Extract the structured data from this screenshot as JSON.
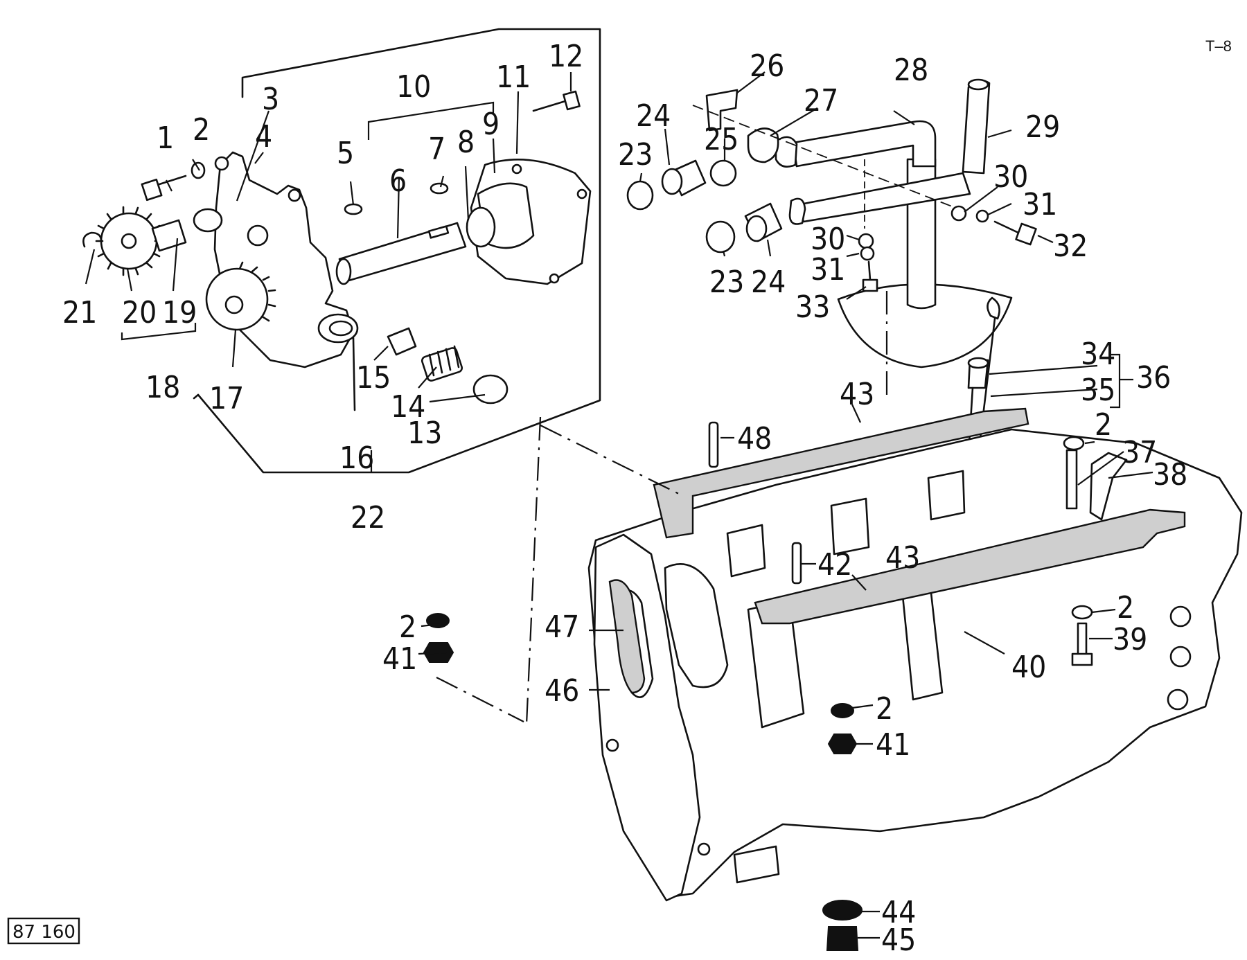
{
  "page_ref": "T–8",
  "drawing_id": "87 160",
  "callouts": [
    "1",
    "2",
    "3",
    "4",
    "5",
    "6",
    "7",
    "8",
    "9",
    "10",
    "11",
    "12",
    "13",
    "14",
    "15",
    "16",
    "17",
    "18",
    "19",
    "20",
    "21",
    "22",
    "23",
    "24",
    "25",
    "26",
    "27",
    "28",
    "29",
    "30",
    "31",
    "32",
    "33",
    "34",
    "35",
    "36",
    "37",
    "38",
    "39",
    "40",
    "41",
    "42",
    "43",
    "44",
    "45",
    "46",
    "47",
    "48"
  ],
  "callout_labels": {
    "p1": "1",
    "p2": "2",
    "p3": "3",
    "p4": "4",
    "p5": "5",
    "p6": "6",
    "p7": "7",
    "p8": "8",
    "p9": "9",
    "p10": "10",
    "p11": "11",
    "p12": "12",
    "p13": "13",
    "p14": "14",
    "p15": "15",
    "p16": "16",
    "p17": "17",
    "p18": "18",
    "p19": "19",
    "p20": "20",
    "p21": "21",
    "p22": "22",
    "p23a": "23",
    "p23b": "23",
    "p24a": "24",
    "p24b": "24",
    "p25": "25",
    "p26": "26",
    "p27": "27",
    "p28": "28",
    "p29": "29",
    "p30a": "30",
    "p30b": "30",
    "p31a": "31",
    "p31b": "31",
    "p32": "32",
    "p33": "33",
    "p34": "34",
    "p35": "35",
    "p36": "36",
    "p37": "37",
    "p38": "38",
    "p39": "39",
    "p40": "40",
    "p41a": "41",
    "p41b": "41",
    "p42": "42",
    "p43a": "43",
    "p43b": "43",
    "p44": "44",
    "p45": "45",
    "p46": "46",
    "p47": "47",
    "p48": "48",
    "p2b": "2",
    "p2c": "2",
    "p2d": "2",
    "p2e": "2"
  }
}
